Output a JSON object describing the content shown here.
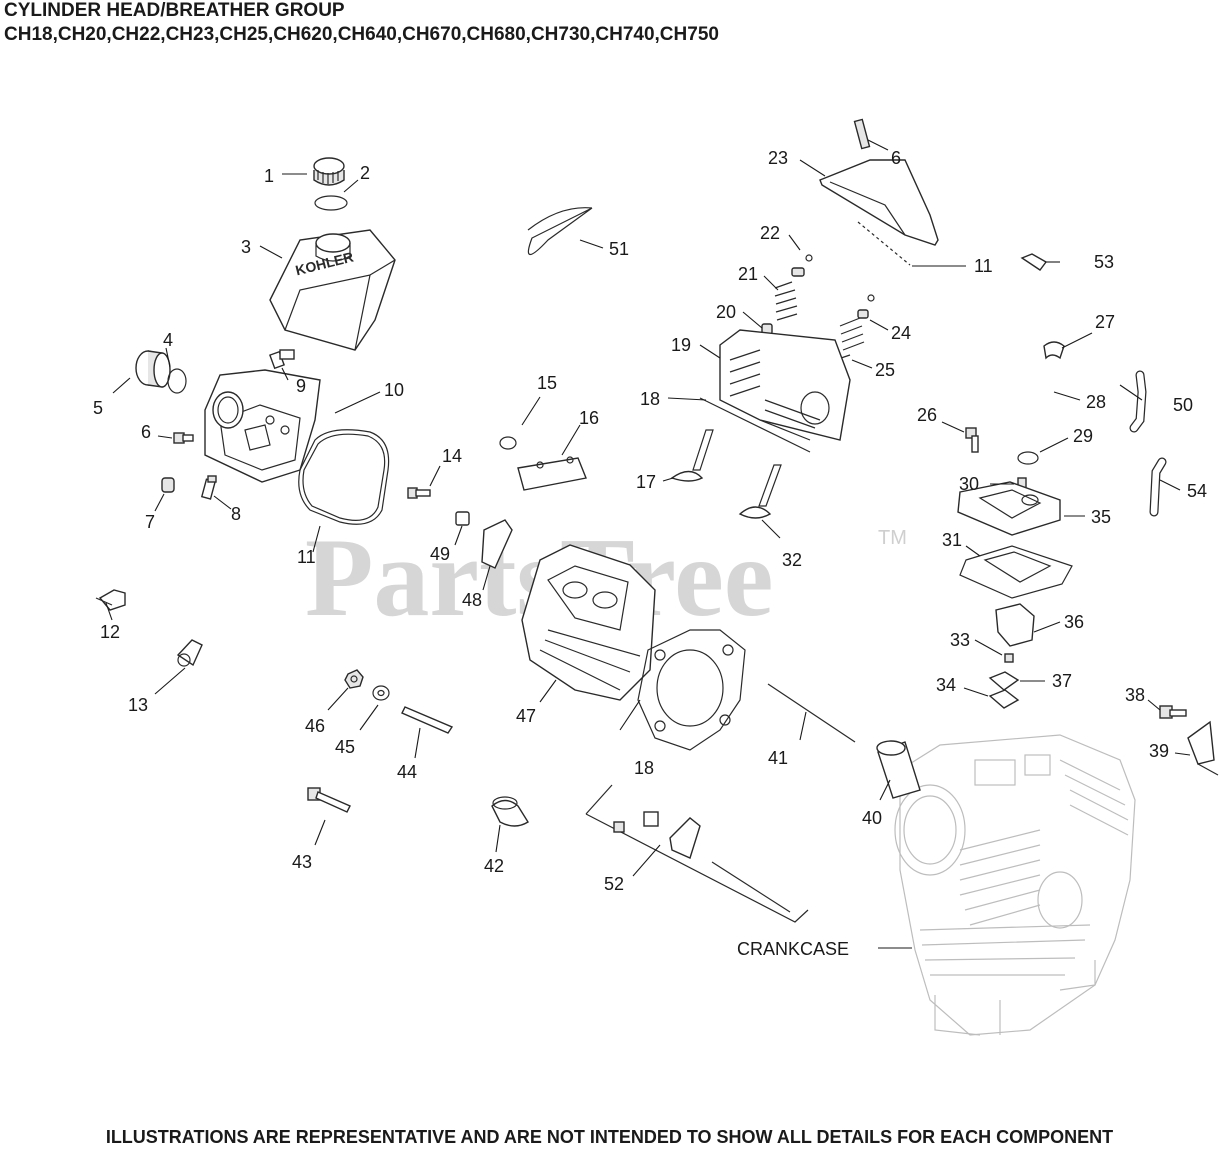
{
  "header": {
    "title": "CYLINDER HEAD/BREATHER GROUP",
    "models": "CH18,CH20,CH22,CH23,CH25,CH620,CH640,CH670,CH680,CH730,CH740,CH750"
  },
  "watermark": {
    "text": "PartsTree",
    "tm": "TM"
  },
  "crankcase_label": "CRANKCASE",
  "callouts": [
    "1",
    "2",
    "3",
    "4",
    "5",
    "6",
    "6",
    "7",
    "8",
    "9",
    "10",
    "11",
    "11",
    "12",
    "13",
    "14",
    "15",
    "16",
    "17",
    "18",
    "18",
    "19",
    "20",
    "21",
    "22",
    "23",
    "24",
    "25",
    "26",
    "27",
    "28",
    "29",
    "30",
    "31",
    "32",
    "33",
    "34",
    "35",
    "36",
    "37",
    "38",
    "39",
    "40",
    "41",
    "42",
    "43",
    "44",
    "45",
    "46",
    "47",
    "48",
    "49",
    "50",
    "51",
    "52",
    "53",
    "54"
  ],
  "footer": {
    "disclaimer": "ILLUSTRATIONS ARE REPRESENTATIVE AND ARE NOT INTENDED TO SHOW ALL DETAILS FOR EACH COMPONENT"
  },
  "colors": {
    "ink": "#1a1a1a",
    "watermark": "#cfcfcf",
    "ghost": "#bdbdbd",
    "background": "#ffffff"
  }
}
